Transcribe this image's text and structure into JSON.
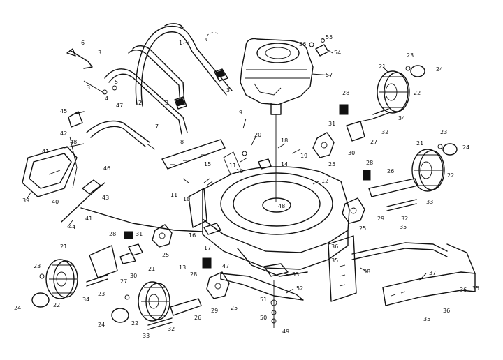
{
  "callouts": [
    {
      "id": "c-1",
      "text": "1"
    },
    {
      "id": "c-2",
      "text": "2"
    },
    {
      "id": "c-3a",
      "text": "3"
    },
    {
      "id": "c-3b",
      "text": "3"
    },
    {
      "id": "c-3c",
      "text": "3"
    },
    {
      "id": "c-3d",
      "text": "3"
    },
    {
      "id": "c-4",
      "text": "4"
    },
    {
      "id": "c-5",
      "text": "5"
    },
    {
      "id": "c-6",
      "text": "6"
    },
    {
      "id": "c-7",
      "text": "7"
    },
    {
      "id": "c-8",
      "text": "8"
    },
    {
      "id": "c-9",
      "text": "9"
    },
    {
      "id": "c-10a",
      "text": "10"
    },
    {
      "id": "c-10b",
      "text": "10"
    },
    {
      "id": "c-11a",
      "text": "11"
    },
    {
      "id": "c-11b",
      "text": "11"
    },
    {
      "id": "c-12",
      "text": "12"
    },
    {
      "id": "c-13",
      "text": "13"
    },
    {
      "id": "c-14",
      "text": "14"
    },
    {
      "id": "c-15",
      "text": "15"
    },
    {
      "id": "c-16",
      "text": "16"
    },
    {
      "id": "c-17",
      "text": "17"
    },
    {
      "id": "c-18",
      "text": "18"
    },
    {
      "id": "c-19",
      "text": "19"
    },
    {
      "id": "c-20",
      "text": "20"
    },
    {
      "id": "c-21a",
      "text": "21"
    },
    {
      "id": "c-21b",
      "text": "21"
    },
    {
      "id": "c-21c",
      "text": "21"
    },
    {
      "id": "c-21d",
      "text": "21"
    },
    {
      "id": "c-22a",
      "text": "22"
    },
    {
      "id": "c-22b",
      "text": "22"
    },
    {
      "id": "c-22c",
      "text": "22"
    },
    {
      "id": "c-22d",
      "text": "22"
    },
    {
      "id": "c-23a",
      "text": "23"
    },
    {
      "id": "c-23b",
      "text": "23"
    },
    {
      "id": "c-23c",
      "text": "23"
    },
    {
      "id": "c-23d",
      "text": "23"
    },
    {
      "id": "c-24a",
      "text": "24"
    },
    {
      "id": "c-24b",
      "text": "24"
    },
    {
      "id": "c-24c",
      "text": "24"
    },
    {
      "id": "c-24d",
      "text": "24"
    },
    {
      "id": "c-25a",
      "text": "25"
    },
    {
      "id": "c-25b",
      "text": "25"
    },
    {
      "id": "c-25c",
      "text": "25"
    },
    {
      "id": "c-25d",
      "text": "25"
    },
    {
      "id": "c-26a",
      "text": "26"
    },
    {
      "id": "c-26b",
      "text": "26"
    },
    {
      "id": "c-27a",
      "text": "27"
    },
    {
      "id": "c-27b",
      "text": "27"
    },
    {
      "id": "c-28a",
      "text": "28"
    },
    {
      "id": "c-28b",
      "text": "28"
    },
    {
      "id": "c-28c",
      "text": "28"
    },
    {
      "id": "c-28d",
      "text": "28"
    },
    {
      "id": "c-29a",
      "text": "29"
    },
    {
      "id": "c-29b",
      "text": "29"
    },
    {
      "id": "c-30a",
      "text": "30"
    },
    {
      "id": "c-30b",
      "text": "30"
    },
    {
      "id": "c-31a",
      "text": "31"
    },
    {
      "id": "c-31b",
      "text": "31"
    },
    {
      "id": "c-32a",
      "text": "32"
    },
    {
      "id": "c-32b",
      "text": "32"
    },
    {
      "id": "c-32c",
      "text": "32"
    },
    {
      "id": "c-33a",
      "text": "33"
    },
    {
      "id": "c-33b",
      "text": "33"
    },
    {
      "id": "c-34a",
      "text": "34"
    },
    {
      "id": "c-34b",
      "text": "34"
    },
    {
      "id": "c-35a",
      "text": "35"
    },
    {
      "id": "c-35b",
      "text": "35"
    },
    {
      "id": "c-35c",
      "text": "35"
    },
    {
      "id": "c-35d",
      "text": "35"
    },
    {
      "id": "c-36a",
      "text": "36"
    },
    {
      "id": "c-36b",
      "text": "36"
    },
    {
      "id": "c-36c",
      "text": "36"
    },
    {
      "id": "c-37",
      "text": "37"
    },
    {
      "id": "c-38",
      "text": "38"
    },
    {
      "id": "c-39",
      "text": "39"
    },
    {
      "id": "c-40",
      "text": "40"
    },
    {
      "id": "c-41a",
      "text": "41"
    },
    {
      "id": "c-41b",
      "text": "41"
    },
    {
      "id": "c-42",
      "text": "42"
    },
    {
      "id": "c-43",
      "text": "43"
    },
    {
      "id": "c-44",
      "text": "44"
    },
    {
      "id": "c-45",
      "text": "45"
    },
    {
      "id": "c-46",
      "text": "46"
    },
    {
      "id": "c-47a",
      "text": "47"
    },
    {
      "id": "c-47b",
      "text": "47"
    },
    {
      "id": "c-48a",
      "text": "48"
    },
    {
      "id": "c-48b",
      "text": "48"
    },
    {
      "id": "c-49",
      "text": "49"
    },
    {
      "id": "c-50",
      "text": "50"
    },
    {
      "id": "c-51",
      "text": "51"
    },
    {
      "id": "c-52",
      "text": "52"
    },
    {
      "id": "c-53",
      "text": "53"
    },
    {
      "id": "c-54",
      "text": "54"
    },
    {
      "id": "c-55",
      "text": "55"
    },
    {
      "id": "c-56",
      "text": "56"
    },
    {
      "id": "c-57",
      "text": "57"
    }
  ]
}
